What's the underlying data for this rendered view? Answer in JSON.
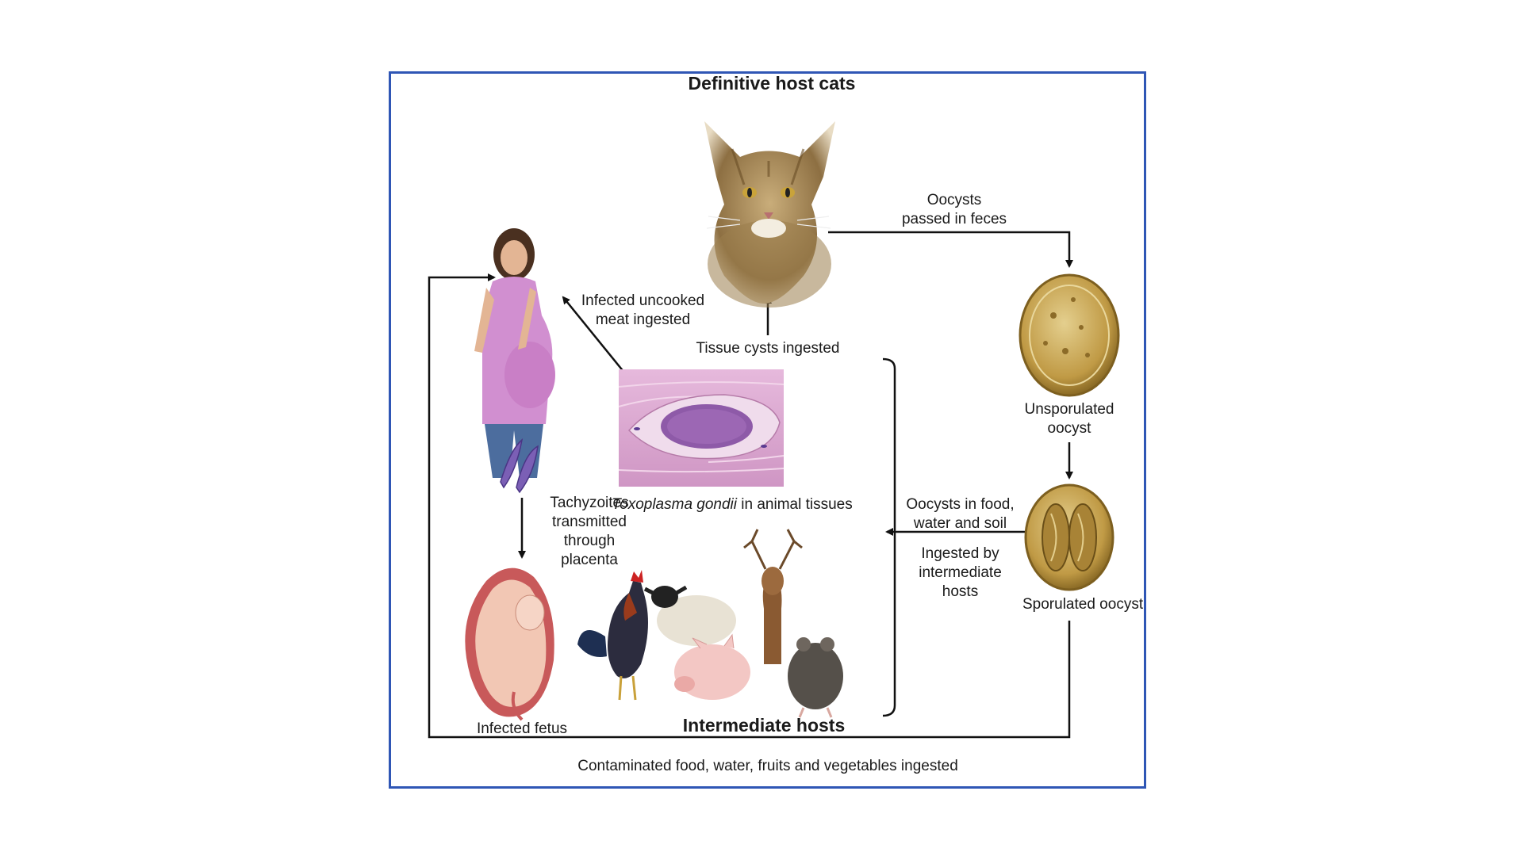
{
  "diagram": {
    "title": "Definitive host cats",
    "labels": {
      "oocysts_passed": [
        "Oocysts",
        "passed in feces"
      ],
      "unsporulated": [
        "Unsporulated",
        "oocyst"
      ],
      "sporulated": "Sporulated oocyst",
      "oocysts_in_food": [
        "Oocysts in food,",
        "water and soil"
      ],
      "ingested_by": [
        "Ingested by",
        "intermediate",
        "hosts"
      ],
      "tissue_cysts": "Tissue cysts ingested",
      "infected_meat": [
        "Infected uncooked",
        "meat ingested"
      ],
      "toxoplasma_italic": "Toxoplasma gondii",
      "toxoplasma_rest": " in animal tissues",
      "tachyzoites": [
        "Tachyzoites",
        "transmitted",
        "through",
        "placenta"
      ],
      "infected_fetus": "Infected fetus",
      "intermediate_hosts": "Intermediate hosts",
      "bottom_caption": "Contaminated food, water, fruits and vegetables ingested"
    },
    "icons": [
      "cat-icon",
      "unsporulated-oocyst-icon",
      "sporulated-oocyst-icon",
      "pregnant-woman-icon",
      "tachyzoite-icon",
      "tissue-cyst-icon",
      "fetus-icon",
      "rooster-icon",
      "sheep-icon",
      "deer-icon",
      "pig-icon",
      "rat-icon"
    ],
    "colors": {
      "frame": "#2f56b5",
      "arrow": "#111111",
      "oocyst": "#b8963e",
      "tissue": "#d9a6cf"
    }
  }
}
